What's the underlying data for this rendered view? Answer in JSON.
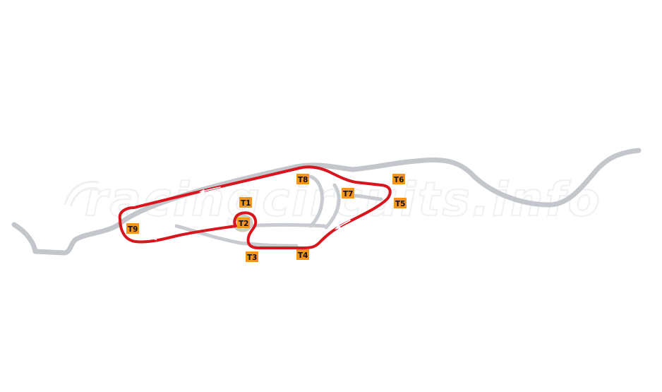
{
  "map": {
    "watermark_text": "racingcircuits.info",
    "colors": {
      "track": "#d8141c",
      "roads": "#c3c6ca",
      "turn_label_bg": "#f5951f",
      "turn_label_text": "#111111",
      "watermark": "#f0f1f3"
    },
    "turns": [
      {
        "id": "t1",
        "label": "T1"
      },
      {
        "id": "t2",
        "label": "T2"
      },
      {
        "id": "t3",
        "label": "T3"
      },
      {
        "id": "t4",
        "label": "T4"
      },
      {
        "id": "t5",
        "label": "T5"
      },
      {
        "id": "t6",
        "label": "T6"
      },
      {
        "id": "t7",
        "label": "T7"
      },
      {
        "id": "t8",
        "label": "T8"
      },
      {
        "id": "t9",
        "label": "T9"
      }
    ]
  }
}
